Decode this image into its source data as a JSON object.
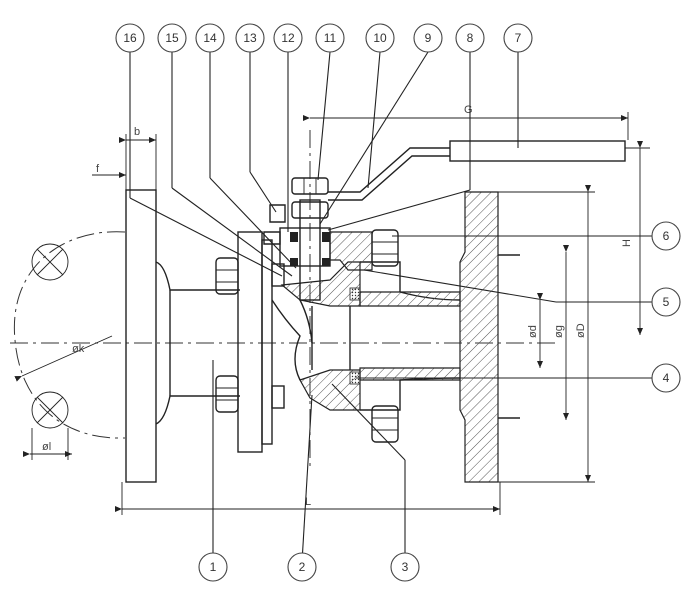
{
  "callouts": [
    {
      "id": "c16",
      "label": "16"
    },
    {
      "id": "c15",
      "label": "15"
    },
    {
      "id": "c14",
      "label": "14"
    },
    {
      "id": "c13",
      "label": "13"
    },
    {
      "id": "c12",
      "label": "12"
    },
    {
      "id": "c11",
      "label": "11"
    },
    {
      "id": "c10",
      "label": "10"
    },
    {
      "id": "c9",
      "label": "9"
    },
    {
      "id": "c8",
      "label": "8"
    },
    {
      "id": "c7",
      "label": "7"
    },
    {
      "id": "c6",
      "label": "6"
    },
    {
      "id": "c5",
      "label": "5"
    },
    {
      "id": "c4",
      "label": "4"
    },
    {
      "id": "c1",
      "label": "1"
    },
    {
      "id": "c2",
      "label": "2"
    },
    {
      "id": "c3",
      "label": "3"
    }
  ],
  "dimensions": {
    "b": "b",
    "f": "f",
    "G": "G",
    "H": "H",
    "L": "L",
    "phi_k": "øk",
    "phi_l": "øl",
    "phi_d": "ød",
    "phi_g": "øg",
    "phi_D": "øD"
  },
  "colors": {
    "line": "#222222",
    "bubble_stroke": "#444444",
    "background": "#ffffff"
  }
}
